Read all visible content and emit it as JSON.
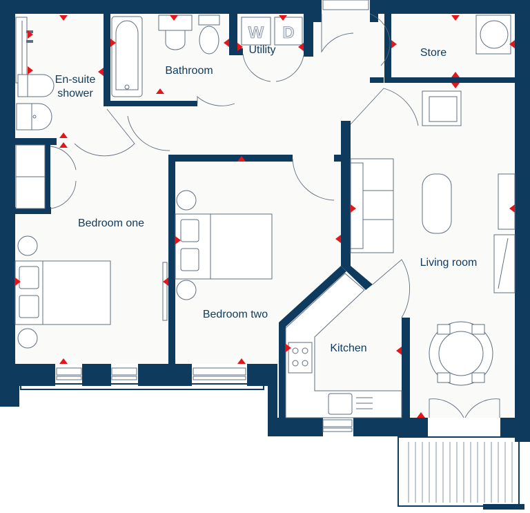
{
  "colors": {
    "wall": "#0e3a5e",
    "floor": "#fafaf8",
    "fixture_stroke": "#5e6e80",
    "marker": "#e3161b",
    "label": "#0e3a5e"
  },
  "rooms": {
    "ensuite": "En-suite\nshower",
    "bathroom": "Bathroom",
    "utility": "Utility",
    "store": "Store",
    "bedroom_one": "Bedroom one",
    "bedroom_two": "Bedroom two",
    "living_room": "Living room",
    "kitchen": "Kitchen"
  },
  "appliances": {
    "washer": "W",
    "dryer": "D"
  }
}
